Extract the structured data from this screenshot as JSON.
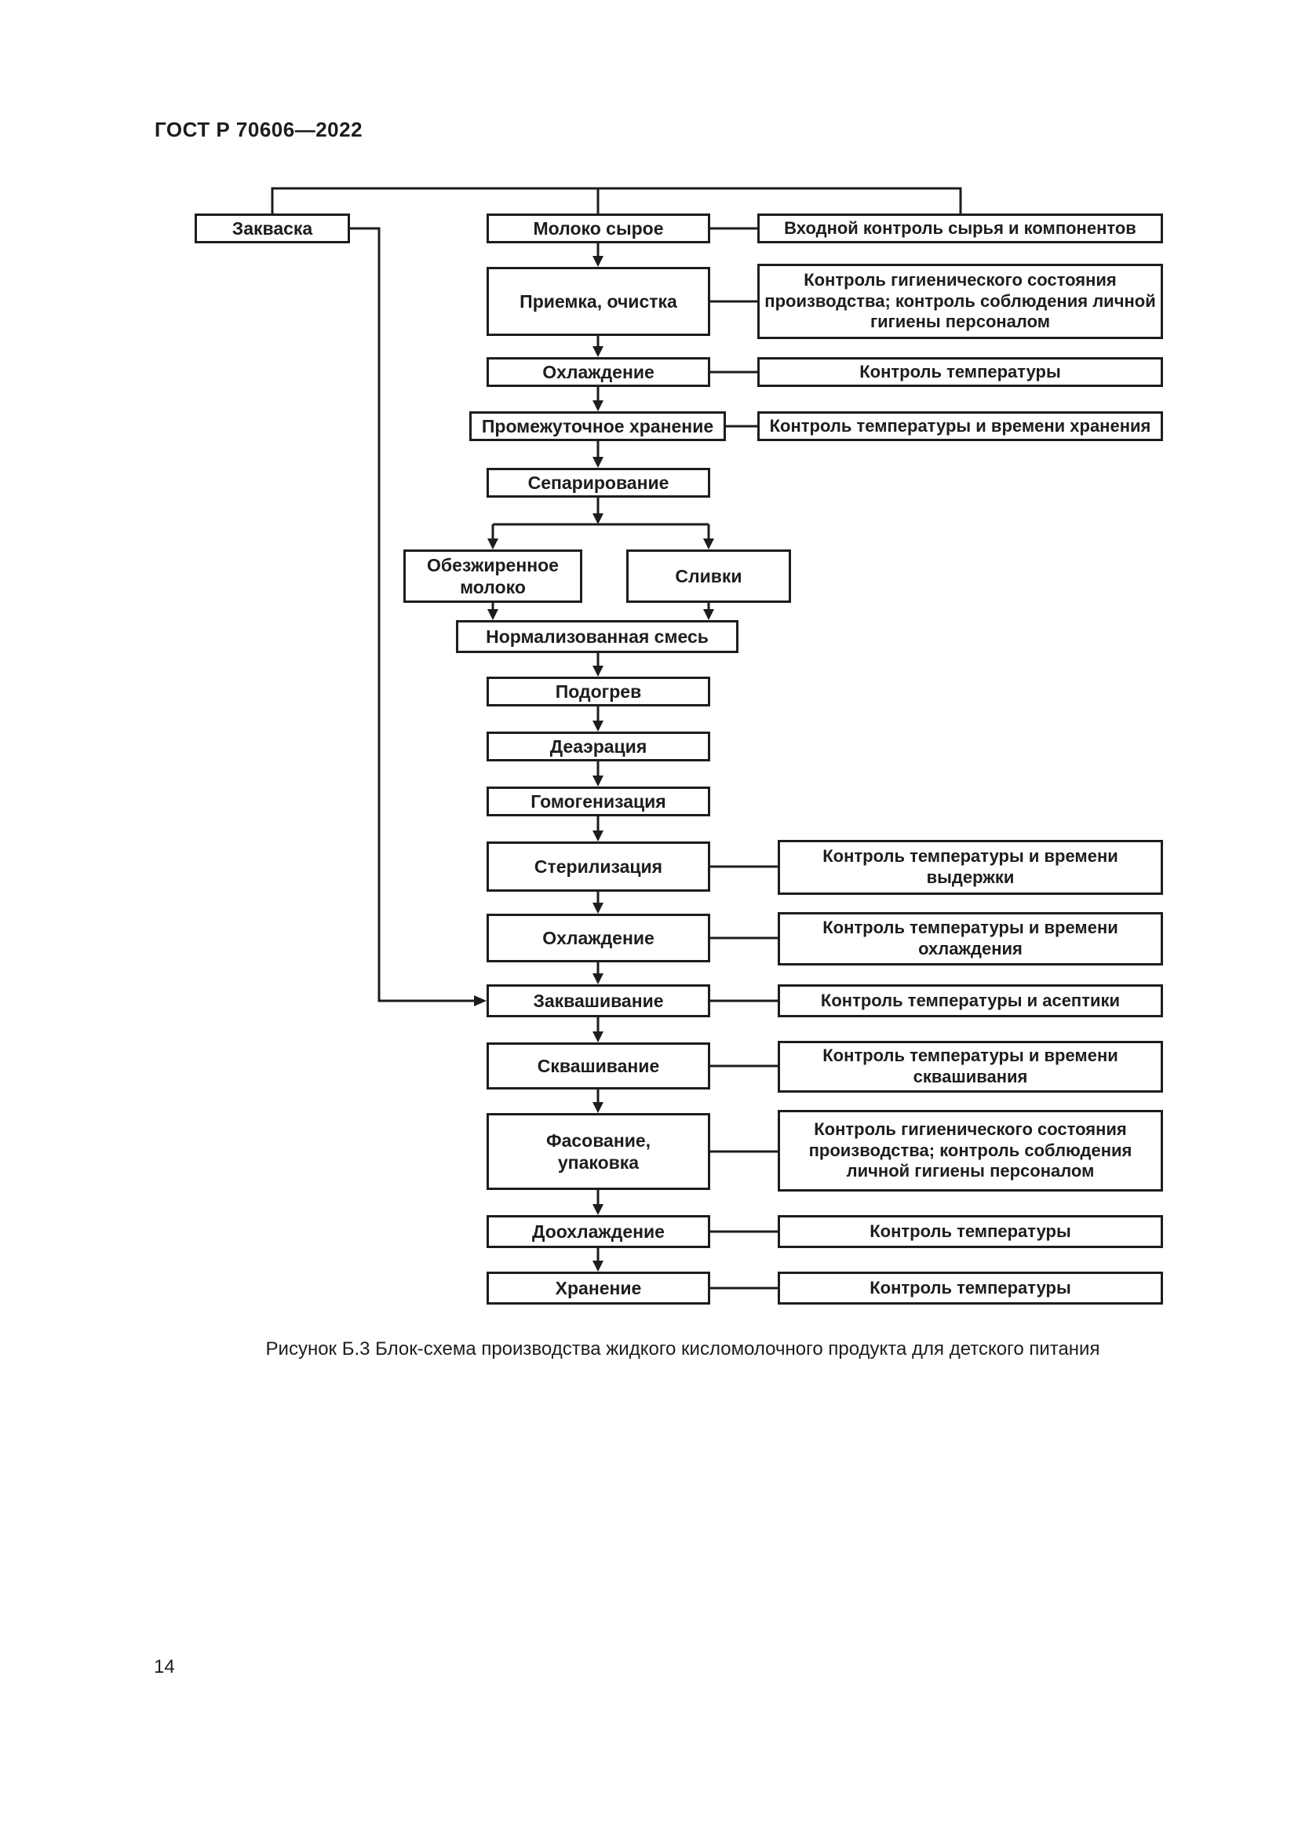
{
  "page": {
    "header": "ГОСТ Р 70606—2022",
    "caption": "Рисунок Б.3 Блок-схема производства жидкого кисломолочного продукта для детского питания",
    "page_number": "14"
  },
  "diagram": {
    "colors": {
      "ink": "#1d1d1d",
      "paper": "#ffffff"
    },
    "nodes": {
      "zakvaska": "Закваска",
      "moloko": "Молоко сырое",
      "priemka": "Приемка, очистка",
      "ohlazhdenie1": "Охлаждение",
      "promezhutochnoe": "Промежуточное хранение",
      "separirovanie": "Сепарирование",
      "obezzhirennoe": "Обезжиренное\nмолоко",
      "slivki": "Сливки",
      "normalizovannaya": "Нормализованная смесь",
      "podogrev": "Подогрев",
      "deaeratsiya": "Деаэрация",
      "gomogenizatsiya": "Гомогенизация",
      "sterilizatsiya": "Стерилизация",
      "ohlazhdenie2": "Охлаждение",
      "zakvashivanie": "Заквашивание",
      "skvashivanie": "Сквашивание",
      "fasovanie": "Фасование,\nупаковка",
      "doohlazhdenie": "Доохлаждение",
      "hranenie": "Хранение"
    },
    "controls": {
      "vhodnoy": "Входной контроль сырья и компонентов",
      "gigiena1": "Контроль гигиенического состояния\nпроизводства; контроль соблюдения личной\nгигиены персоналом",
      "temp1": "Контроль температуры",
      "temp_hraneniya": "Контроль температуры и времени хранения",
      "temp_vyderzhki": "Контроль температуры и времени\nвыдержки",
      "temp_ohlazhdeniya": "Контроль температуры и времени\nохлаждения",
      "temp_aseptiki": "Контроль температуры и асептики",
      "temp_skvashivaniya": "Контроль температуры и времени\nсквашивания",
      "gigiena2": "Контроль гигиенического состояния\nпроизводства; контроль соблюдения\nличной гигиены персоналом",
      "temp2": "Контроль температуры",
      "temp3": "Контроль температуры"
    }
  }
}
